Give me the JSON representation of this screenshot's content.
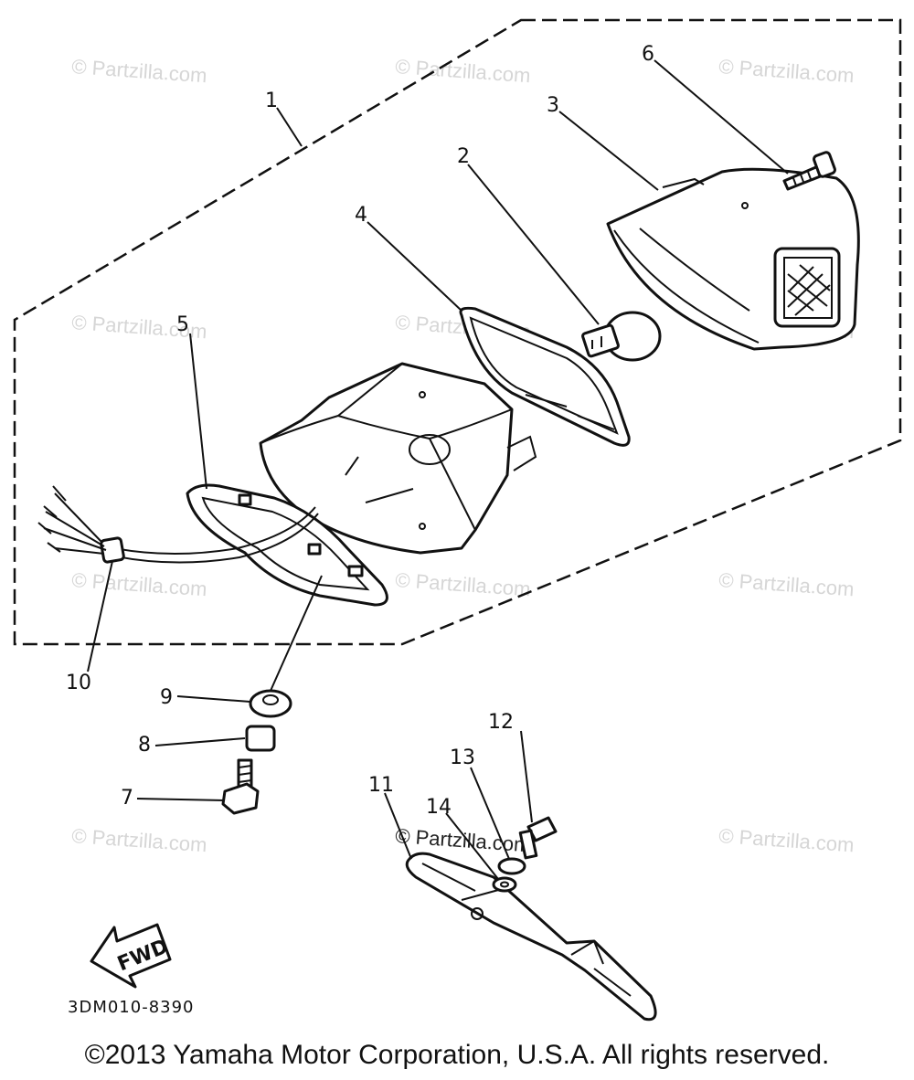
{
  "callouts": [
    "1",
    "2",
    "3",
    "4",
    "5",
    "6",
    "7",
    "8",
    "9",
    "10",
    "11",
    "12",
    "13",
    "14"
  ],
  "diagram_code": "3DM010-8390",
  "direction_arrow": "FWD",
  "watermark": "© Partzilla.com",
  "copyright": "©2013 Yamaha Motor Corporation, U.S.A. All rights reserved.",
  "colors": {
    "line": "#111111",
    "watermark": "#d6d6d6",
    "background": "#ffffff"
  }
}
